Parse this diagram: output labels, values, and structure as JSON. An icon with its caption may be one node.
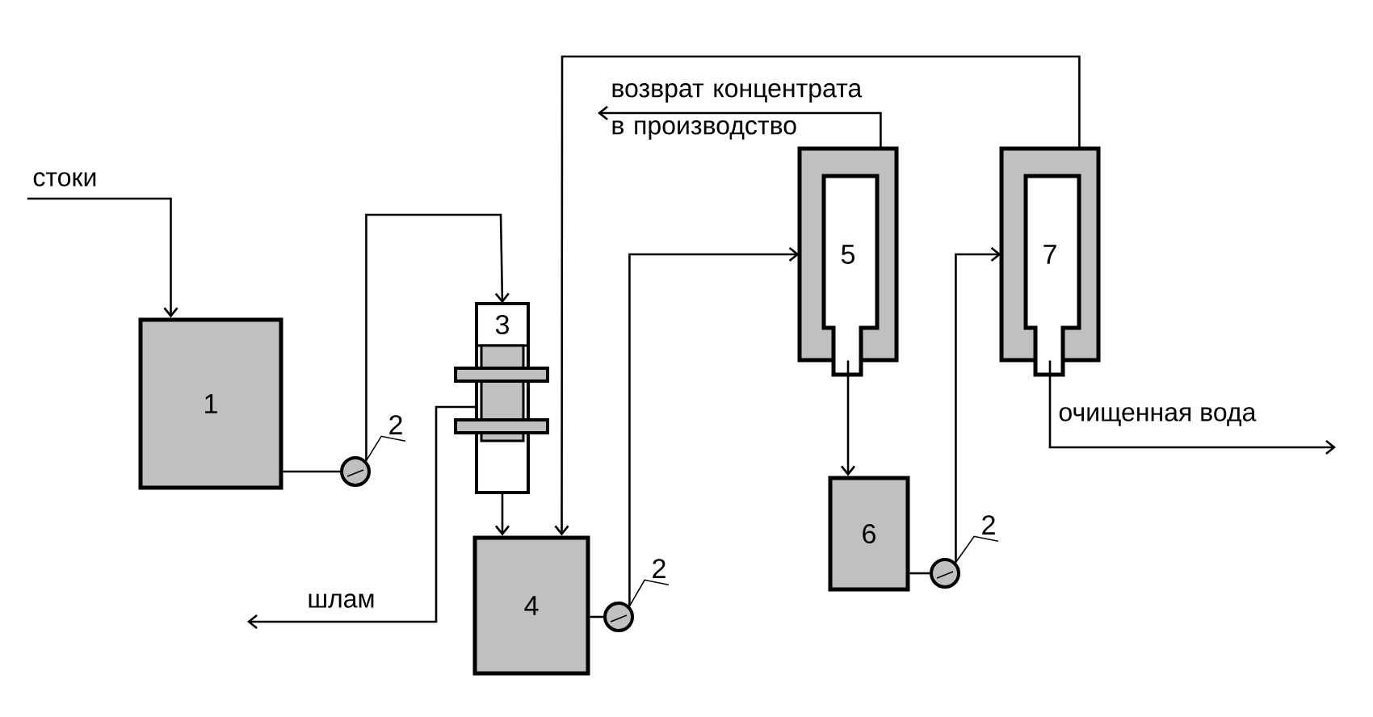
{
  "diagram": {
    "nodes": [
      {
        "text": [
          "1"
        ]
      },
      {
        "text": [],
        "shape": "circle"
      },
      {
        "text": [
          "3"
        ]
      },
      {
        "text": [
          "4"
        ]
      },
      {
        "text": [],
        "shape": "circle"
      },
      {
        "text": [
          "5"
        ]
      },
      {
        "text": [
          "6"
        ]
      },
      {
        "text": [],
        "shape": "circle"
      },
      {
        "text": [
          "7"
        ]
      },
      {
        "text": [
          "2"
        ]
      },
      {
        "text": [
          "2"
        ]
      },
      {
        "text": [
          "2"
        ]
      }
    ],
    "edges": [
      {
        "from": null,
        "to": 0,
        "arrow": "to",
        "label": "стоки"
      },
      {
        "from": 0,
        "to": 1,
        "arrow": "none"
      },
      {
        "from": 1,
        "to": 2,
        "arrow": "to"
      },
      {
        "from": 2,
        "to": 3,
        "arrow": "to"
      },
      {
        "from": 2,
        "to": null,
        "arrow": "to",
        "label": "шлам"
      },
      {
        "from": 3,
        "to": 4,
        "arrow": "none"
      },
      {
        "from": 4,
        "to": 5,
        "arrow": "to"
      },
      {
        "from": 5,
        "to": null,
        "arrow": "to",
        "label": "возврат концентрата в производство"
      },
      {
        "from": 5,
        "to": 6,
        "arrow": "to"
      },
      {
        "from": 6,
        "to": 7,
        "arrow": "none"
      },
      {
        "from": 7,
        "to": 8,
        "arrow": "to"
      },
      {
        "from": 8,
        "to": 3,
        "arrow": "to"
      },
      {
        "from": 8,
        "to": null,
        "arrow": "to",
        "label": "очищенная вода"
      },
      {
        "from": 9,
        "to": 1,
        "arrow": "none"
      },
      {
        "from": 10,
        "to": 4,
        "arrow": "none"
      },
      {
        "from": 11,
        "to": 7,
        "arrow": "none"
      }
    ]
  }
}
